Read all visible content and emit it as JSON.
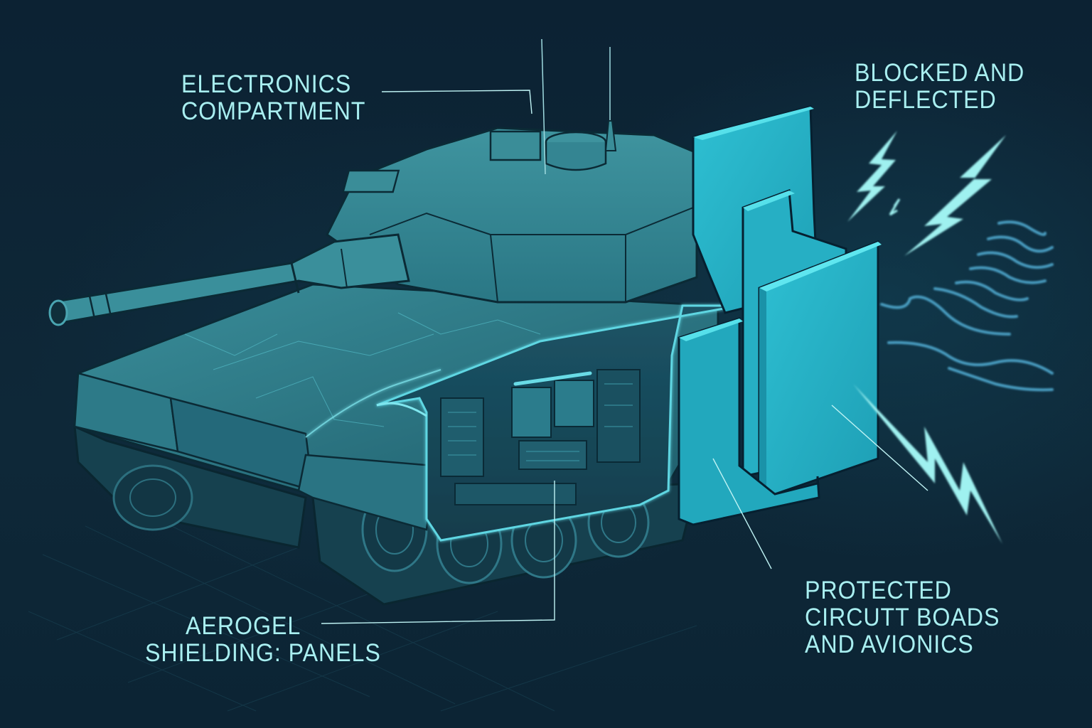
{
  "diagram": {
    "subject": "Tank cutaway with aerogel shielding panels",
    "colors": {
      "background": "#0d2535",
      "label_text": "#a9eef0",
      "hull": "#2f7f8c",
      "hull_dark": "#1e5a68",
      "shield_panel": "#27b3c8",
      "shield_edge": "#48d8e6",
      "lightning": "#9ff1f0",
      "waves": "#4fa9cf",
      "leader_line": "#bff3f4"
    }
  },
  "labels": {
    "electronics_compartment": {
      "line1": "ELECTRONICS",
      "line2": "COMPARTMENT"
    },
    "blocked_deflected": {
      "line1": "BLOCKED AND",
      "line2": "DEFLECTED"
    },
    "aerogel_shielding": {
      "line1": "AEROGEL",
      "line2": "SHIELDING: PANELS"
    },
    "protected_circuits": {
      "line1": "PROTECTED",
      "line2": "CIRCUTT BOADS",
      "line3": "AND AVIONICS"
    }
  },
  "icons": {
    "threat_lightning": "lightning-bolt",
    "threat_waves": "electromagnetic-wave"
  }
}
